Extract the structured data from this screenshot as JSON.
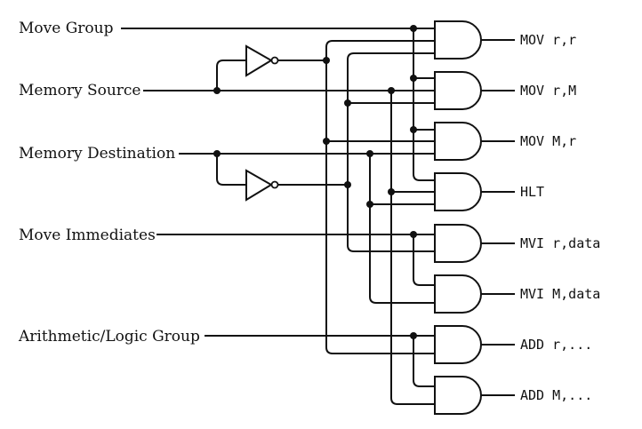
{
  "diagram": {
    "title": "Instruction decoder logic",
    "inputs": [
      {
        "id": "move_group",
        "label": "Move Group"
      },
      {
        "id": "mem_src",
        "label": "Memory Source"
      },
      {
        "id": "mem_dst",
        "label": "Memory Destination"
      },
      {
        "id": "move_imm",
        "label": "Move Immediates"
      },
      {
        "id": "alu_group",
        "label": "Arithmetic/Logic Group"
      }
    ],
    "inverters": [
      {
        "id": "not_mem_src",
        "input": "mem_src"
      },
      {
        "id": "not_mem_dst",
        "input": "mem_dst"
      }
    ],
    "gates": [
      {
        "type": "AND",
        "output": "MOV r,r",
        "inputs": [
          "move_group",
          "not_mem_src",
          "not_mem_dst"
        ]
      },
      {
        "type": "AND",
        "output": "MOV r,M",
        "inputs": [
          "move_group",
          "mem_src",
          "not_mem_dst"
        ]
      },
      {
        "type": "AND",
        "output": "MOV M,r",
        "inputs": [
          "move_group",
          "not_mem_src",
          "mem_dst"
        ]
      },
      {
        "type": "AND",
        "output": "HLT",
        "inputs": [
          "move_group",
          "mem_src",
          "mem_dst"
        ]
      },
      {
        "type": "AND",
        "output": "MVI r,data",
        "inputs": [
          "move_imm",
          "not_mem_dst"
        ]
      },
      {
        "type": "AND",
        "output": "MVI M,data",
        "inputs": [
          "move_imm",
          "mem_dst"
        ]
      },
      {
        "type": "AND",
        "output": "ADD r,...",
        "inputs": [
          "alu_group",
          "not_mem_src"
        ]
      },
      {
        "type": "AND",
        "output": "ADD M,...",
        "inputs": [
          "alu_group",
          "mem_src"
        ]
      }
    ]
  }
}
